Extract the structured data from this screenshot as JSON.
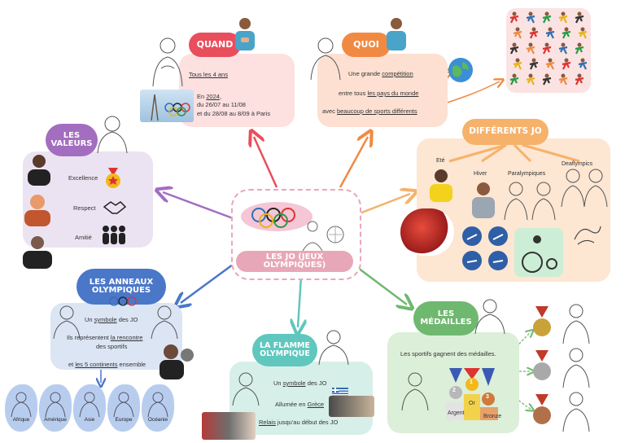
{
  "center": {
    "title": "LES JO (JEUX OLYMPIQUES)"
  },
  "quand": {
    "title": "QUAND",
    "line1": "Tous les 4 ans",
    "line2_prefix": "En ",
    "line2_year": "2024",
    "line2_suffix": ",",
    "line3": "du 26/07 au 11/08",
    "line4": "et du 28/08 au 8/09 à Paris"
  },
  "quoi": {
    "title": "QUOI",
    "line1_prefix": "Une grande ",
    "line1_link": "compétition",
    "line2_prefix": "entre tous ",
    "line2_link": "les pays du monde",
    "line3_prefix": "avec ",
    "line3_link": "beaucoup de sports différents"
  },
  "valeurs": {
    "title_line1": "LES",
    "title_line2": "VALEURS",
    "items": [
      "Excellence",
      "Respect",
      "Amitié"
    ]
  },
  "differents": {
    "title": "DIFFÉRENTS JO",
    "items": [
      "Eté",
      "Hiver",
      "Paralympiques",
      "Deaflympics"
    ]
  },
  "anneaux": {
    "title_line1": "LES ANNEAUX",
    "title_line2": "OLYMPIQUES",
    "l1_prefix": "Un ",
    "l1_link": "symbole",
    "l1_suffix": " des JO",
    "l2_prefix": "Ils représentent ",
    "l2_link": "la rencontre",
    "l3": "des sportifs",
    "l4_prefix": "et ",
    "l4_link": "les 5 continents",
    "l4_suffix": " ensemble",
    "continents": [
      "Afrique",
      "Amérique",
      "Asie",
      "Europe",
      "Océanie"
    ]
  },
  "flamme": {
    "title_line1": "LA FLAMME",
    "title_line2": "OLYMPIQUE",
    "l1_prefix": "Un ",
    "l1_link": "symbole",
    "l1_suffix": " des JO",
    "l2_prefix": "Allumée en ",
    "l2_link": "Grèce",
    "l3_link": "Relais",
    "l3_suffix": " jusqu'au début des JO"
  },
  "medailles": {
    "title_line1": "LES",
    "title_line2": "MÉDAILLES",
    "line1": "Les sportifs gagnent des médailles.",
    "podium": [
      "Argent",
      "Or",
      "Bronze"
    ],
    "ranks": [
      "2",
      "1",
      "3"
    ]
  },
  "colors": {
    "quand": "#e94e5c",
    "quoi": "#f08a43",
    "valeurs": "#a36dc0",
    "differents": "#f6b26b",
    "anneaux": "#4b77c9",
    "flamme": "#5fc7be",
    "medailles": "#6fb86f",
    "gold": "#f3b81b",
    "silver": "#a9a9a9",
    "bronze": "#d07a3c"
  }
}
